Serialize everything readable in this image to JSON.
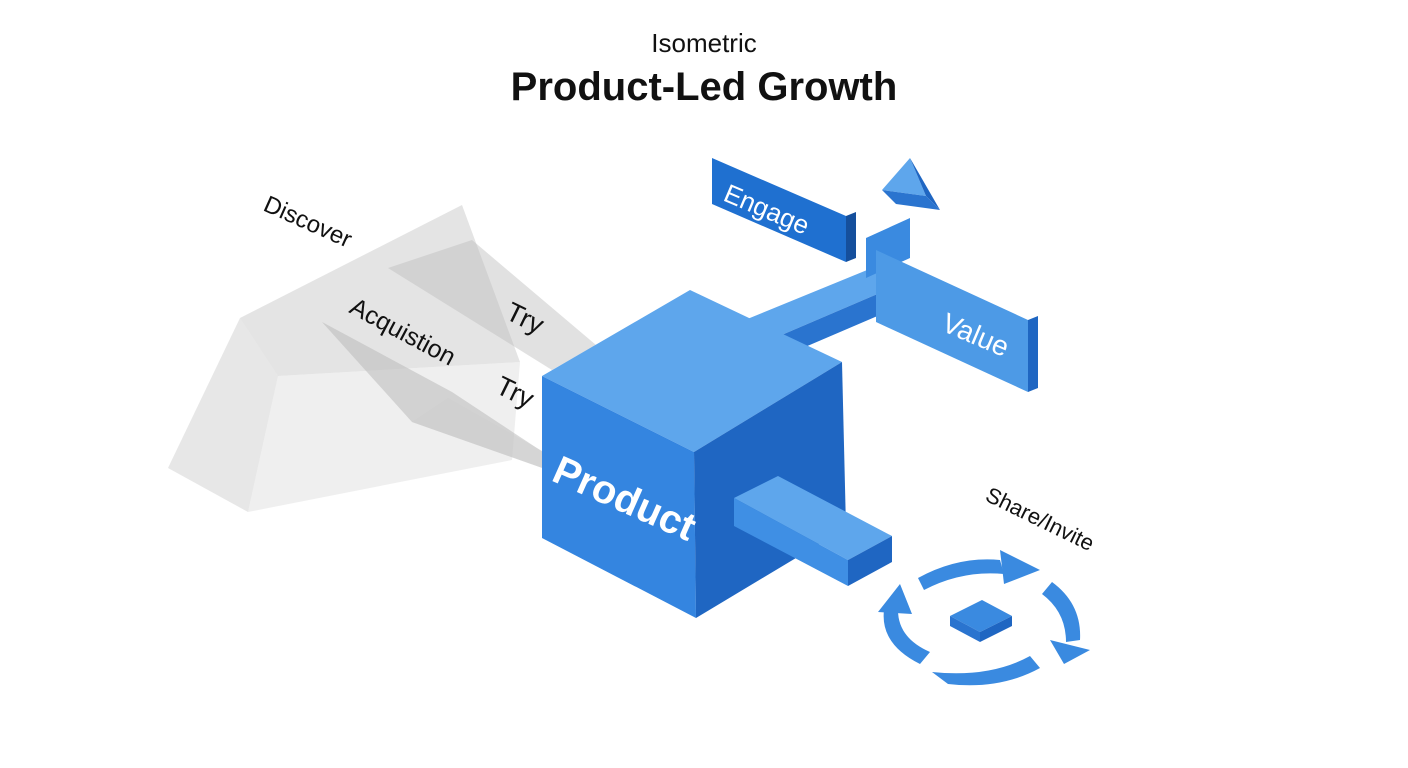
{
  "header": {
    "subtitle": "Isometric",
    "title": "Product-Led Growth"
  },
  "diagram": {
    "stages": {
      "discover": "Discover",
      "acquisition": "Acquistion",
      "try_upper": "Try",
      "try_lower": "Try",
      "product": "Product",
      "engage": "Engage",
      "value": "Value",
      "share_invite": "Share/Invite"
    }
  },
  "colors": {
    "blue_top": "#5ea6ec",
    "blue_left": "#3a8ae0",
    "blue_right": "#1f66c2",
    "ghost": "#c8c8c8"
  }
}
